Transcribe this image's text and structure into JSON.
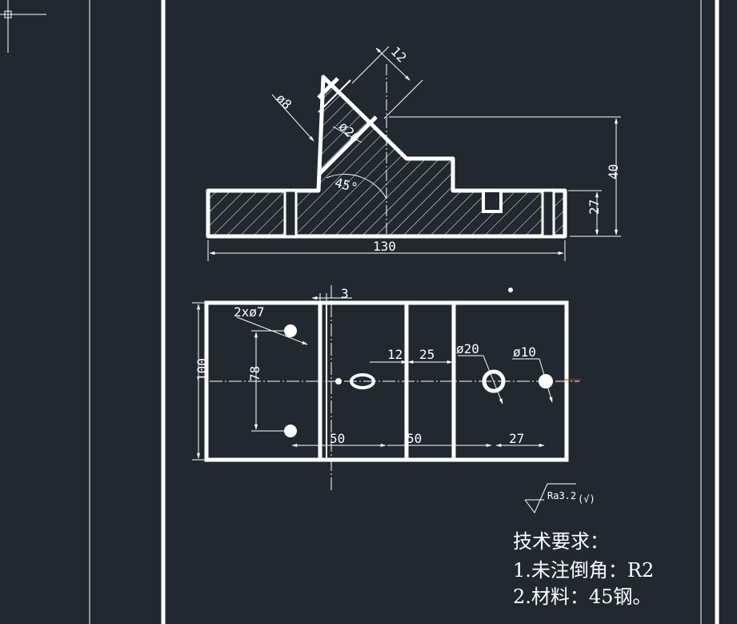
{
  "drawing": {
    "section_dims": {
      "d8": "ø8",
      "d20": "ø20",
      "len12": "12",
      "angle45": "45°",
      "width130": "130",
      "height40": "40",
      "height27": "27"
    },
    "plan_dims": {
      "d3": "3",
      "holes2xd7": "2xø7",
      "d12": "12",
      "d25": "25",
      "d20": "ø20",
      "d10": "ø10",
      "h100": "100",
      "h78": "78",
      "d50a": "50",
      "d50b": "50",
      "d27": "27"
    },
    "roughness": {
      "label": "Ra3.2",
      "suffix": "(√)"
    },
    "notes": {
      "title": "技术要求：",
      "line1": "1.未注倒角：R2",
      "line2": "2.材料：45钢。"
    }
  },
  "colors": {
    "background": "#212830",
    "lines": "#ffffff",
    "accent_red": "#c0392b"
  }
}
